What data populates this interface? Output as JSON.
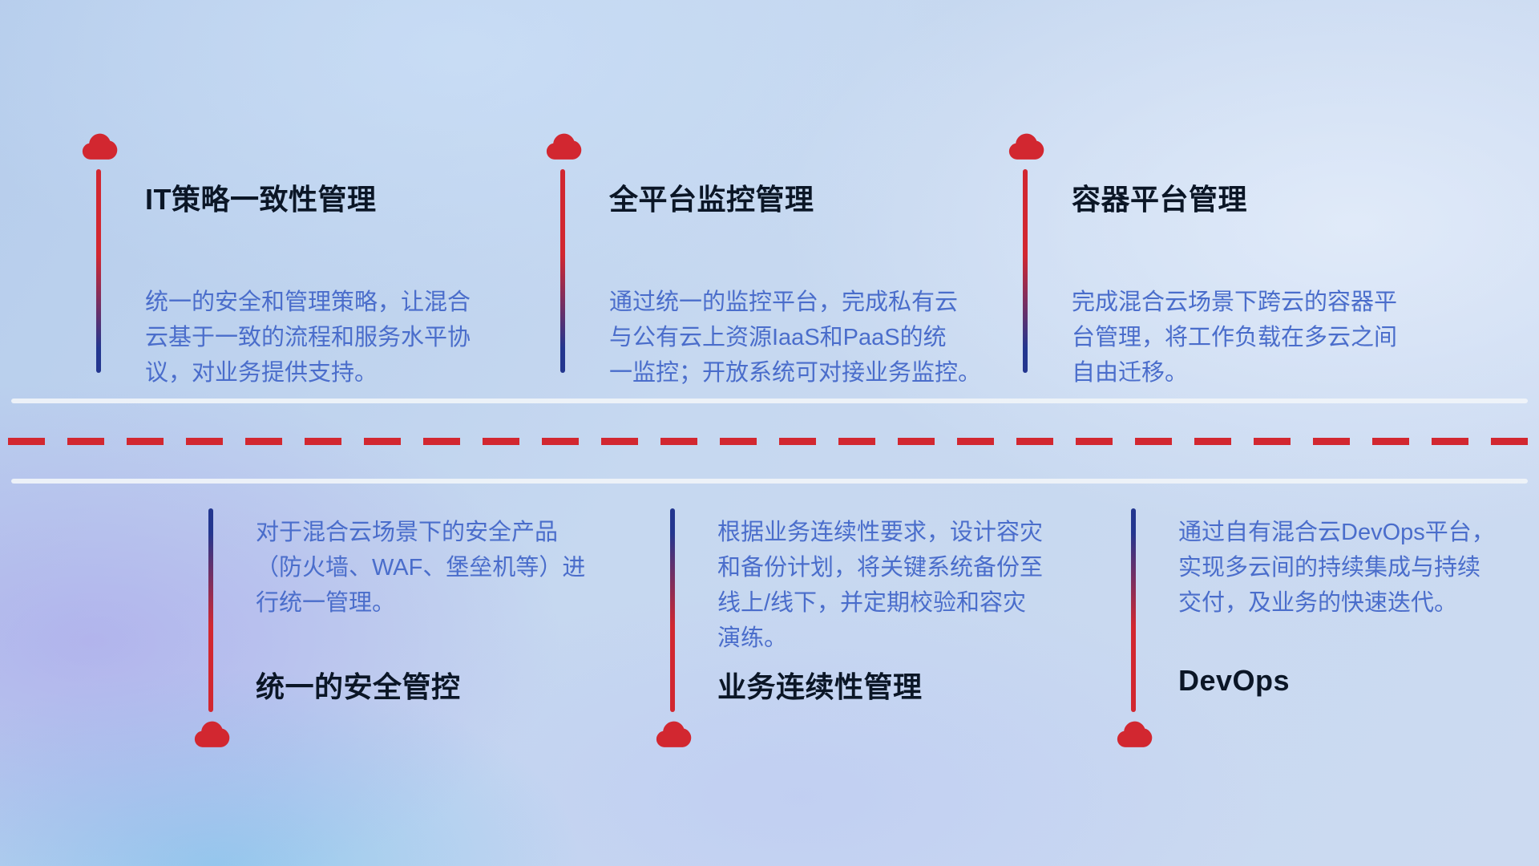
{
  "palette": {
    "accent_red": "#d22730",
    "accent_blue": "#23368f",
    "title_color": "#0b1626",
    "description_color": "#4a6dcb",
    "divider_solid": "#f0f4f9",
    "background_base": "#c6d8f0"
  },
  "icons": {
    "marker": "cloud-icon"
  },
  "items": {
    "top": [
      {
        "title": "IT策略一致性管理",
        "description": "统一的安全和管理策略，让混合\n云基于一致的流程和服务水平协\n议，对业务提供支持。"
      },
      {
        "title": "全平台监控管理",
        "description": "通过统一的监控平台，完成私有云\n与公有云上资源IaaS和PaaS的统\n一监控；开放系统可对接业务监控。"
      },
      {
        "title": "容器平台管理",
        "description": "完成混合云场景下跨云的容器平\n台管理，将工作负载在多云之间\n自由迁移。"
      }
    ],
    "bottom": [
      {
        "title": "统一的安全管控",
        "description": "对于混合云场景下的安全产品\n（防火墙、WAF、堡垒机等）进\n行统一管理。"
      },
      {
        "title": "业务连续性管理",
        "description": "根据业务连续性要求，设计容灾\n和备份计划，将关键系统备份至\n线上/线下，并定期校验和容灾\n演练。"
      },
      {
        "title": "DevOps",
        "description": "通过自有混合云DevOps平台，\n实现多云间的持续集成与持续\n交付，及业务的快速迭代。"
      }
    ]
  }
}
